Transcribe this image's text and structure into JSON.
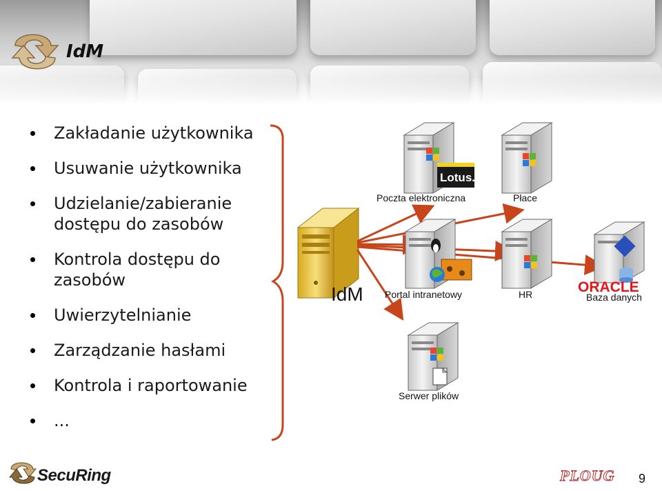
{
  "slide": {
    "title": "IdM"
  },
  "bullets": [
    "Zakładanie użytkownika",
    "Usuwanie użytkownika",
    "Udzielanie/zabieranie dostępu do zasobów",
    "Kontrola dostępu do zasobów",
    "Uwierzytelnianie",
    "Zarządzanie hasłami",
    "Kontrola i raportowanie",
    "..."
  ],
  "diagram": {
    "hub_label": "IdM",
    "servers": {
      "email": "Poczta elektroniczna",
      "payroll": "Płace",
      "intranet": "Portal intranetowy",
      "hr": "HR",
      "database": "Baza danych",
      "fileserver": "Serwer plików"
    },
    "logos": {
      "lotus": "Lotus.",
      "oracle": "ORACLE"
    },
    "colors": {
      "arrow": "#c8441a",
      "brace": "#c8441a"
    }
  },
  "footer": {
    "company": "SecuRing",
    "conference": "PLOUG",
    "page_number": "9"
  }
}
